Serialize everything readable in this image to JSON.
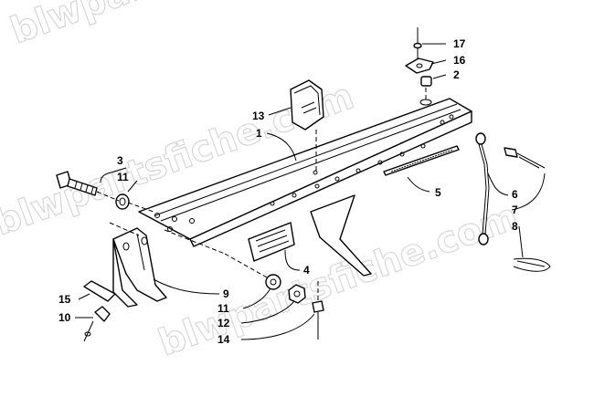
{
  "watermark": {
    "text": "blwpartsfiche.com"
  },
  "callouts": [
    {
      "id": "c17",
      "label": "17"
    },
    {
      "id": "c16",
      "label": "16"
    },
    {
      "id": "c2",
      "label": "2"
    },
    {
      "id": "c13",
      "label": "13"
    },
    {
      "id": "c1",
      "label": "1"
    },
    {
      "id": "c3",
      "label": "3"
    },
    {
      "id": "c11a",
      "label": "11"
    },
    {
      "id": "c5",
      "label": "5"
    },
    {
      "id": "c6",
      "label": "6"
    },
    {
      "id": "c7",
      "label": "7"
    },
    {
      "id": "c8",
      "label": "8"
    },
    {
      "id": "c4",
      "label": "4"
    },
    {
      "id": "c9",
      "label": "9"
    },
    {
      "id": "c15",
      "label": "15"
    },
    {
      "id": "c11b",
      "label": "11"
    },
    {
      "id": "c10",
      "label": "10"
    },
    {
      "id": "c12",
      "label": "12"
    },
    {
      "id": "c14",
      "label": "14"
    }
  ]
}
